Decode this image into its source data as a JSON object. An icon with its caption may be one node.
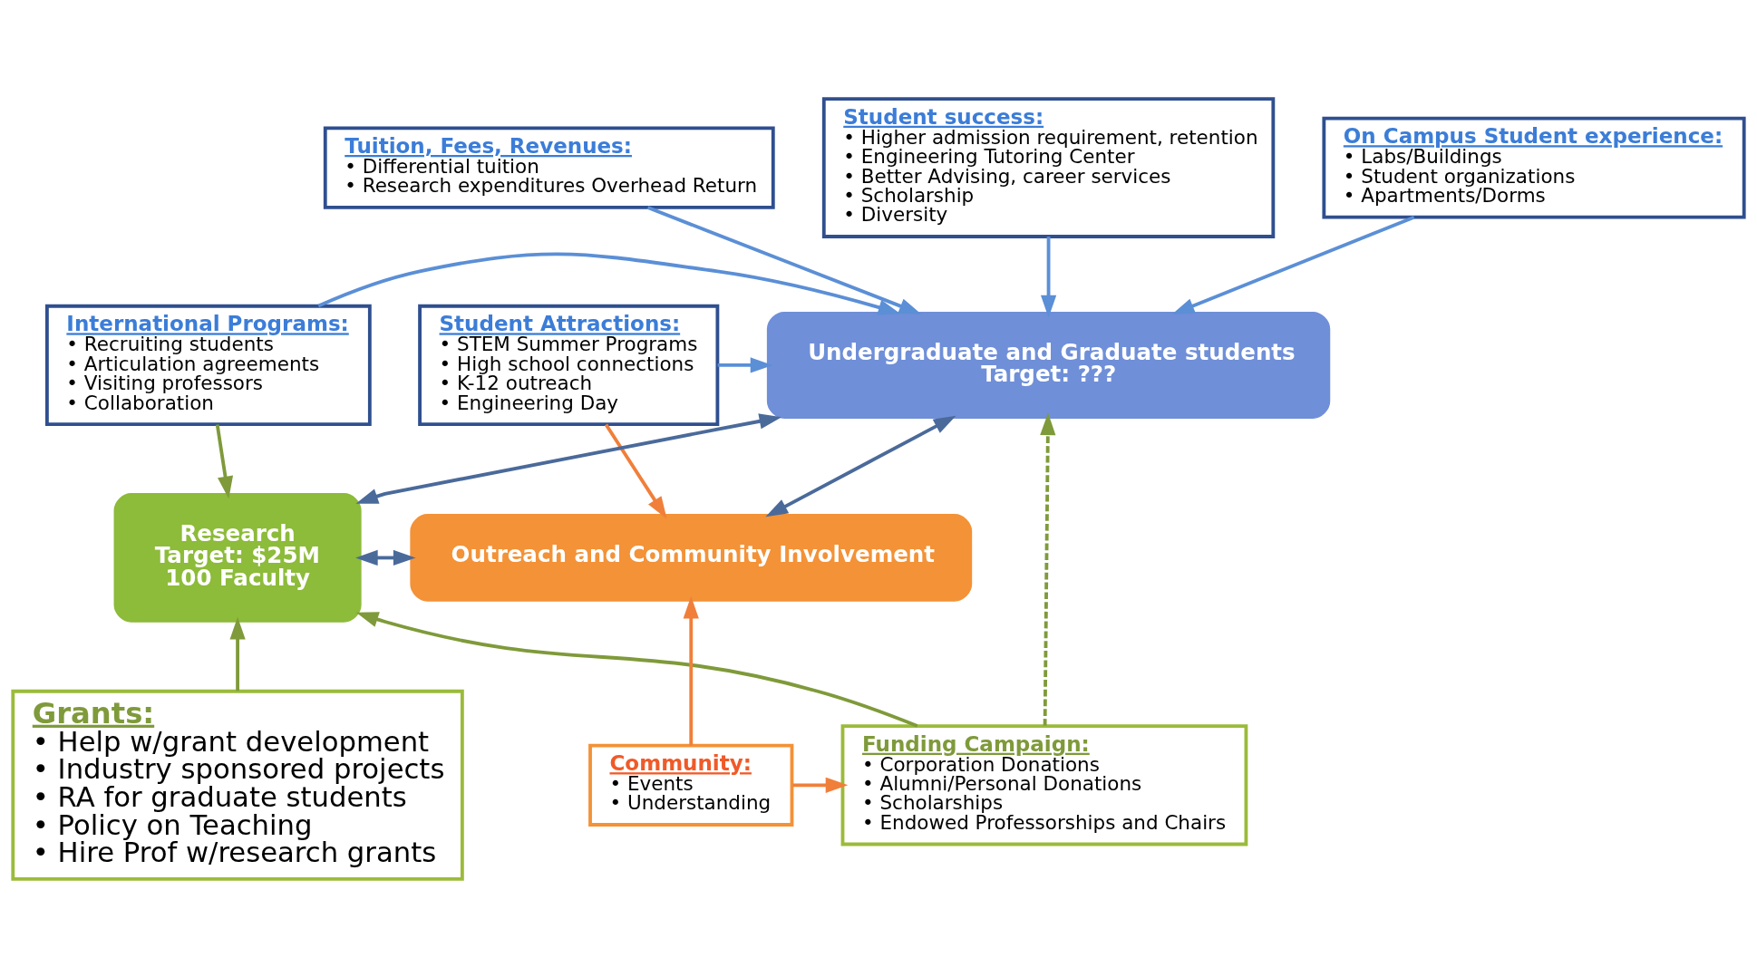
{
  "diagram": {
    "nodes": [
      {
        "text": [
          "Tuition, Fees, Revenues:",
          "• Differential tuition",
          "• Research expenditures Overhead Return"
        ]
      },
      {
        "text": [
          "Student success:",
          "• Higher admission requirement, retention",
          "• Engineering Tutoring Center",
          "• Better Advising, career services",
          "• Scholarship",
          "• Diversity"
        ]
      },
      {
        "text": [
          "On Campus Student experience:",
          "• Labs/Buildings",
          "• Student organizations",
          "• Apartments/Dorms"
        ]
      },
      {
        "text": [
          "International Programs:",
          "• Recruiting students",
          "• Articulation agreements",
          "• Visiting professors",
          "• Collaboration"
        ]
      },
      {
        "text": [
          "Undergraduate and Graduate students",
          "Target: ???"
        ]
      },
      {
        "text": [
          "Student Attractions:",
          "• STEM Summer Programs",
          "• High school connections",
          "• K-12 outreach",
          "• Engineering Day"
        ]
      },
      {
        "text": [
          "Research",
          "Target: $25M",
          "100 Faculty"
        ]
      },
      {
        "text": [
          "Outreach and Community Involvement"
        ]
      },
      {
        "text": [
          "Grants:",
          "• Help w/grant development",
          "• Industry sponsored projects",
          "• RA for graduate students",
          "• Policy on Teaching",
          "• Hire Prof w/research grants"
        ]
      },
      {
        "text": [
          "Funding Campaign:",
          "• Corporation Donations",
          "• Alumni/Personal Donations",
          "• Scholarships",
          "• Endowed Professorships and Chairs"
        ]
      },
      {
        "text": [
          "Community:",
          "• Events",
          "• Understanding"
        ]
      }
    ],
    "edges": [
      {
        "from": 0,
        "to": 4,
        "arrow": "to",
        "color": "#5b8fd6"
      },
      {
        "from": 1,
        "to": 4,
        "arrow": "to",
        "color": "#5b8fd6"
      },
      {
        "from": 2,
        "to": 4,
        "arrow": "to",
        "color": "#5b8fd6"
      },
      {
        "from": 3,
        "to": 4,
        "arrow": "to",
        "color": "#5b8fd6"
      },
      {
        "from": 5,
        "to": 4,
        "arrow": "to",
        "color": "#5b8fd6"
      },
      {
        "from": 3,
        "to": 6,
        "arrow": "to",
        "color": "#7f9a3a"
      },
      {
        "from": 6,
        "to": 4,
        "arrow": "both",
        "color": "#4a6a9a"
      },
      {
        "from": 4,
        "to": 7,
        "arrow": "both",
        "color": "#4a6a9a"
      },
      {
        "from": 6,
        "to": 7,
        "arrow": "both",
        "color": "#4a6a9a"
      },
      {
        "from": 9,
        "to": 4,
        "arrow": "to",
        "style": "dashed",
        "color": "#7f9a3a"
      },
      {
        "from": 8,
        "to": 6,
        "arrow": "to",
        "color": "#7f9a3a"
      },
      {
        "from": 9,
        "to": 6,
        "arrow": "to",
        "color": "#7f9a3a"
      },
      {
        "from": 5,
        "to": 7,
        "arrow": "to",
        "color": "#f07f3a"
      },
      {
        "from": 10,
        "to": 7,
        "arrow": "to",
        "color": "#f07f3a"
      },
      {
        "from": 10,
        "to": 9,
        "arrow": "to",
        "color": "#f07f3a"
      }
    ]
  }
}
